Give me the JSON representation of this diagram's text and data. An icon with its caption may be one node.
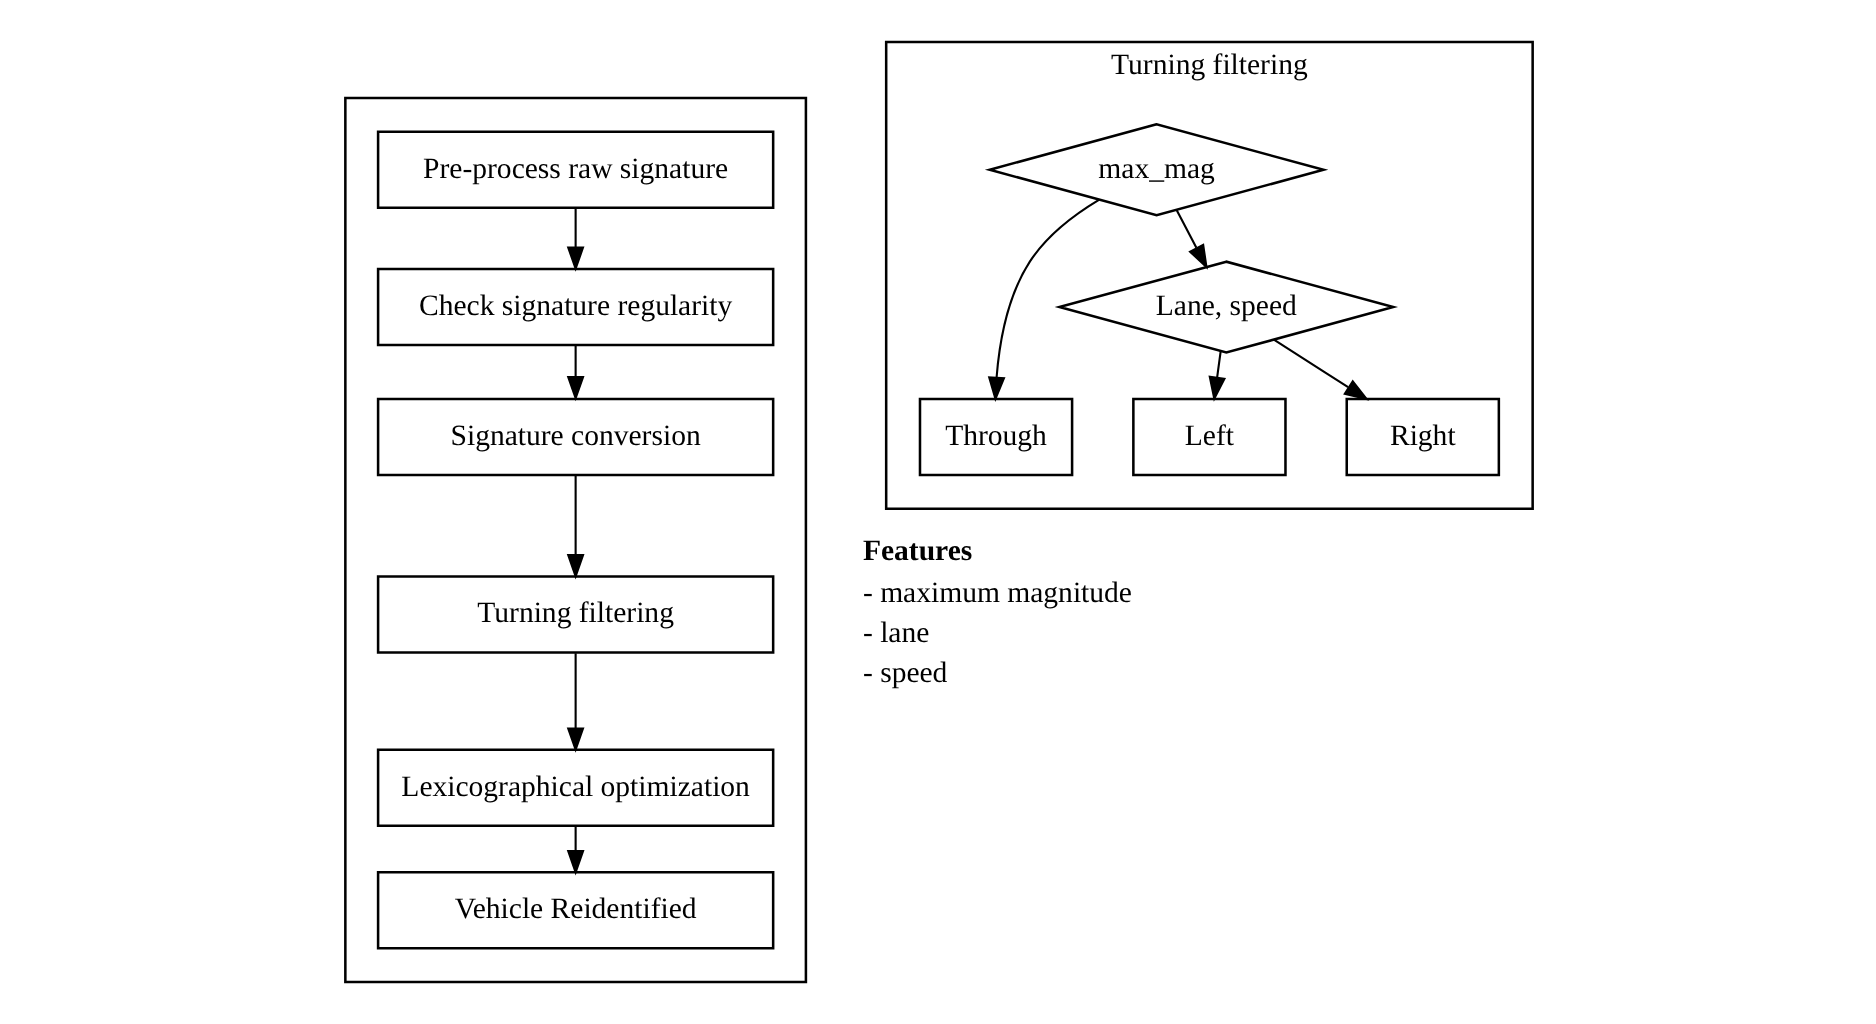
{
  "diagram": {
    "nodes": [
      {
        "text": [],
        "shape": "box"
      },
      {
        "text": [
          "Pre-process raw signature"
        ],
        "in": 0
      },
      {
        "text": [
          "Check signature regularity"
        ],
        "in": 0
      },
      {
        "text": [
          "Signature conversion"
        ],
        "in": 0
      },
      {
        "text": [
          "Turning filtering"
        ],
        "in": 0
      },
      {
        "text": [
          "Lexicographical optimization"
        ],
        "in": 0
      },
      {
        "text": [
          "Vehicle Reidentified"
        ],
        "in": 0
      },
      {
        "text": [
          "Turning filtering"
        ]
      },
      {
        "text": [
          "max_mag"
        ],
        "in": 7
      },
      {
        "text": [
          "Lane, speed"
        ],
        "in": 7
      },
      {
        "text": [
          "Through"
        ],
        "in": 7
      },
      {
        "text": [
          "Left"
        ],
        "in": 7
      },
      {
        "text": [
          "Right"
        ],
        "in": 7
      }
    ],
    "edges": [
      {
        "from": 1,
        "to": 2,
        "arrow": "to"
      },
      {
        "from": 2,
        "to": 3,
        "arrow": "to"
      },
      {
        "from": 3,
        "to": 4,
        "arrow": "to"
      },
      {
        "from": 4,
        "to": 5,
        "arrow": "to"
      },
      {
        "from": 5,
        "to": 6,
        "arrow": "to"
      },
      {
        "from": 8,
        "to": 10,
        "arrow": "to"
      },
      {
        "from": 8,
        "to": 9,
        "arrow": "to"
      },
      {
        "from": 9,
        "to": 11,
        "arrow": "to"
      },
      {
        "from": 9,
        "to": 12,
        "arrow": "to"
      }
    ],
    "labels": [
      "Features",
      "- maximum magnitude",
      "- lane",
      "- speed"
    ]
  }
}
